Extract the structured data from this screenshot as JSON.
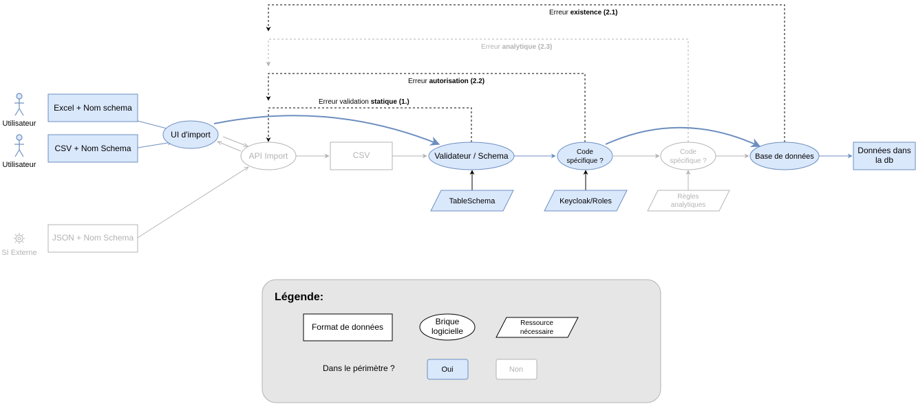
{
  "actors": {
    "user1": "Utilisateur",
    "user2": "Utilisateur",
    "external": "SI Externe"
  },
  "data_formats": {
    "excel": "Excel + Nom schema",
    "csv_input": "CSV + Nom Schema",
    "json": "JSON + Nom Schema",
    "csv": "CSV",
    "output_line1": "Données dans",
    "output_line2": "la db"
  },
  "bricks": {
    "ui_import": "UI d'import",
    "api_import": "API Import",
    "validator": "Validateur / Schema",
    "code1_line1": "Code",
    "code1_line2": "spécifique ?",
    "code2_line1": "Code",
    "code2_line2": "spécifique ?",
    "database": "Base de données"
  },
  "resources": {
    "tableschema": "TableSchema",
    "keycloak": "Keycloak/Roles",
    "regles_line1": "Règles",
    "regles_line2": "analytiques"
  },
  "errors": {
    "existence_prefix": "Erreur ",
    "existence_bold": "existence (2.1)",
    "analytique_prefix": "Erreur ",
    "analytique_bold": "analytique (2.3)",
    "autorisation_prefix": "Erreur ",
    "autorisation_bold": "autorisation (2.2)",
    "statique_prefix": "Erreur validation ",
    "statique_bold": "statique (1.)"
  },
  "legend": {
    "title": "Légende:",
    "data_format": "Format de données",
    "brick_line1": "Brique",
    "brick_line2": "logicielle",
    "resource_line1": "Ressource",
    "resource_line2": "nécessaire",
    "scope_question": "Dans le périmètre ?",
    "yes": "Oui",
    "no": "Non"
  },
  "colors": {
    "in_scope_fill": "#dae8fc",
    "in_scope_stroke": "#6c8ebf",
    "out_scope_stroke": "#b3b3b3",
    "out_scope_text": "#b3b3b3",
    "legend_bg": "#e6e6e6"
  }
}
